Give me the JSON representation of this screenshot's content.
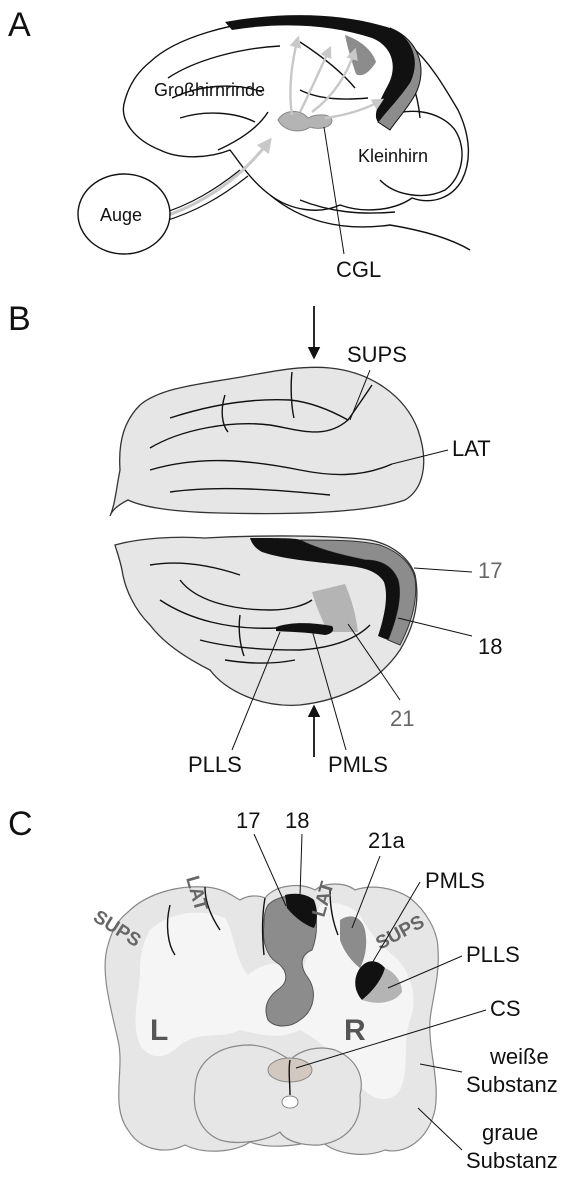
{
  "panel_a": {
    "letter": "A",
    "labels": {
      "cortex": "Großhirnrinde",
      "cerebellum": "Kleinhirn",
      "eye": "Auge",
      "lgn": "CGL"
    }
  },
  "panel_b": {
    "letter": "B",
    "labels": {
      "sups": "SUPS",
      "lat": "LAT",
      "area17": "17",
      "area18": "18",
      "area21": "21",
      "plls": "PLLS",
      "pmls": "PMLS"
    }
  },
  "panel_c": {
    "letter": "C",
    "labels": {
      "area17": "17",
      "area18": "18",
      "area21a": "21a",
      "pmls": "PMLS",
      "plls": "PLLS",
      "cs": "CS",
      "white_matter_1": "weiße",
      "white_matter_2": "Substanz",
      "gray_matter_1": "graue",
      "gray_matter_2": "Substanz",
      "left": "L",
      "right": "R",
      "lat_left": "LAT",
      "lat_right": "LAT",
      "sups_left": "SUPS",
      "sups_right": "SUPS"
    }
  },
  "colors": {
    "area17": "#111111",
    "area18": "#8c8c8c",
    "brain_fill": "#e6e6e6",
    "white_matter": "#f5f5f5",
    "pathway": "#c8c8c8",
    "label_gray": "#666666"
  }
}
